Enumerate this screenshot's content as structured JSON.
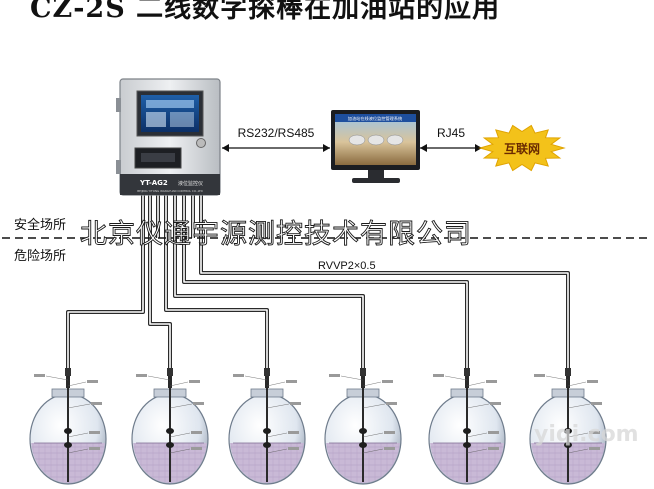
{
  "title": "CZ-2S 二线数字探棒在加油站的应用",
  "controller": {
    "model": "YT-AG2",
    "name": "液位监控仪",
    "company": "BEIJING YITONG WANGYUAN CONTROL CO.,LTD"
  },
  "links": {
    "serial": "RS232/RS485",
    "ethernet": "RJ45",
    "cable": "RVVP2×0.5"
  },
  "internet": "互联网",
  "monitor_screen_text": "加油站在线液位监控管理系统",
  "zones": {
    "safe": "安全场所",
    "hazard": "危险场所"
  },
  "watermark": "北京仪通宇源测控技术有限公司",
  "corner_watermark": "yiqi.com",
  "tanks": [
    {
      "id": 1
    },
    {
      "id": 2
    },
    {
      "id": 3
    },
    {
      "id": 4
    },
    {
      "id": 5
    },
    {
      "id": 6
    }
  ]
}
